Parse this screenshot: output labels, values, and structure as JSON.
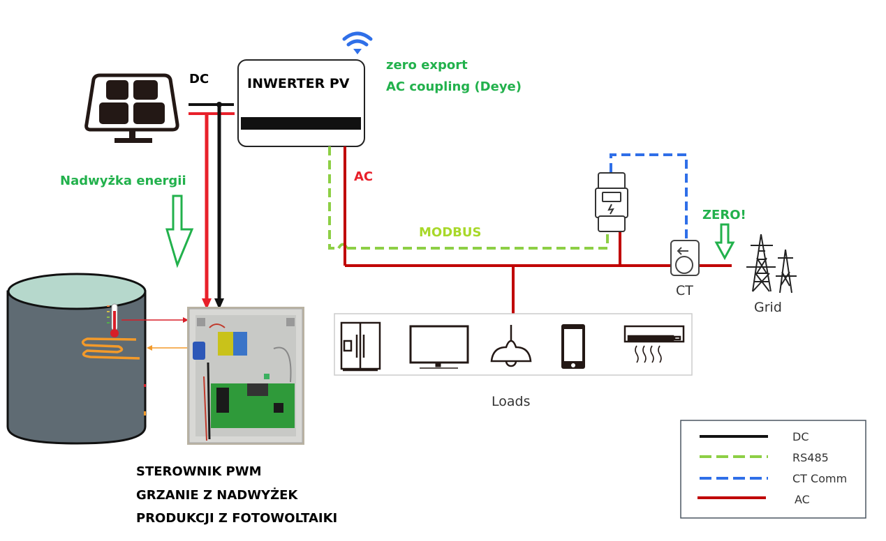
{
  "colors": {
    "dc": "#111111",
    "ac": "#c00000",
    "ac_bright": "#e8202a",
    "rs485": "#8dcf45",
    "ct_comm": "#2f6fe8",
    "annotation_green": "#22b14c",
    "modbus_label": "#a8d82a",
    "tank_body": "#5f6b73",
    "tank_top": "#b6d8cc",
    "coil": "#f39a2a"
  },
  "labels": {
    "dc": "DC",
    "inverter": "INWERTER PV",
    "inverter_note_line1": "zero export",
    "inverter_note_line2": "AC coupling (Deye)",
    "ac": "AC",
    "modbus": "MODBUS",
    "surplus": "Nadwyżka energii",
    "zero": "ZERO!",
    "ct": "CT",
    "grid": "Grid",
    "loads": "Loads",
    "controller_line1": "STEROWNIK PWM",
    "controller_line2": "GRZANIE Z NADWYŻEK",
    "controller_line3": "PRODUKCJI Z FOTOWOLTAIKI"
  },
  "icons": {
    "solar_panel": "solar-panel-icon",
    "wifi": "wifi-icon",
    "energy_meter": "energy-meter-icon",
    "ct_clamp": "ct-clamp-icon",
    "grid_tower": "power-tower-icon",
    "loads": [
      "fridge-icon",
      "tv-icon",
      "lamp-icon",
      "phone-icon",
      "air-conditioner-icon"
    ],
    "tank": "water-tank-icon",
    "thermometer": "thermometer-icon",
    "heater_coil": "heater-coil-icon",
    "controller_box": "pwm-controller-box-icon"
  },
  "legend": {
    "items": [
      {
        "label": "DC",
        "style": "solid",
        "color": "#111111"
      },
      {
        "label": "RS485",
        "style": "dashed",
        "color": "#8dcf45"
      },
      {
        "label": "CT Comm",
        "style": "dashed",
        "color": "#2f6fe8"
      },
      {
        "label": "AC",
        "style": "solid",
        "color": "#c00000"
      }
    ]
  }
}
